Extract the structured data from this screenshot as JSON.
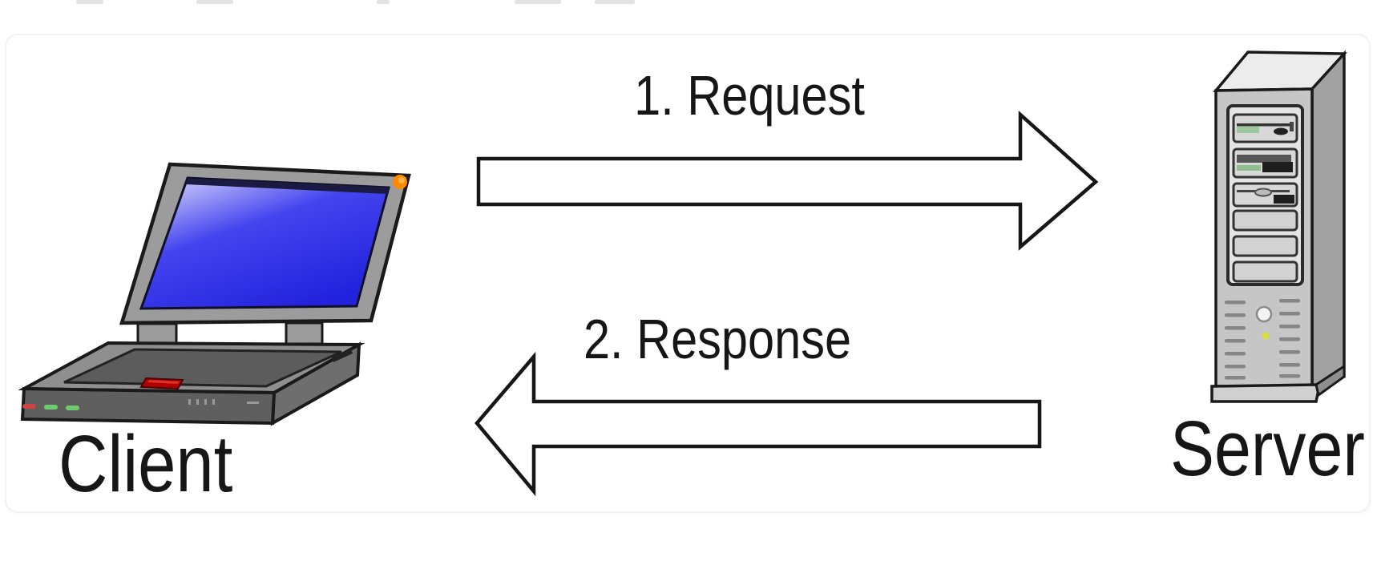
{
  "diagram": {
    "type": "client-server request/response diagram",
    "labels": {
      "request": "1. Request",
      "response": "2. Response",
      "client": "Client",
      "server": "Server"
    },
    "icons": [
      "laptop-client-icon",
      "server-tower-icon",
      "request-right-arrow-icon",
      "response-left-arrow-icon"
    ],
    "colors": {
      "background": "#ffffff",
      "text": "#161616",
      "arrow_fill": "#ffffff",
      "arrow_stroke": "#161616",
      "laptop_screen_blue": "#2b2be8",
      "laptop_screen_glare": "#d9d9ff",
      "laptop_body_gray": "#9c9c9c",
      "laptop_keyboard_dark": "#5c5c5c",
      "laptop_power_dot_orange": "#ff8a00",
      "laptop_button_red": "#b00000",
      "laptop_led_green": "#6ecb6e",
      "laptop_led_red": "#cc4444",
      "server_front_gray": "#c6c6c6",
      "server_side_gray": "#a2a2a2",
      "server_top_gray": "#ececec",
      "server_panel_gray": "#e4e4e4",
      "server_led_yellow": "#d8de3a",
      "server_drive_green": "#9cc79c"
    }
  }
}
